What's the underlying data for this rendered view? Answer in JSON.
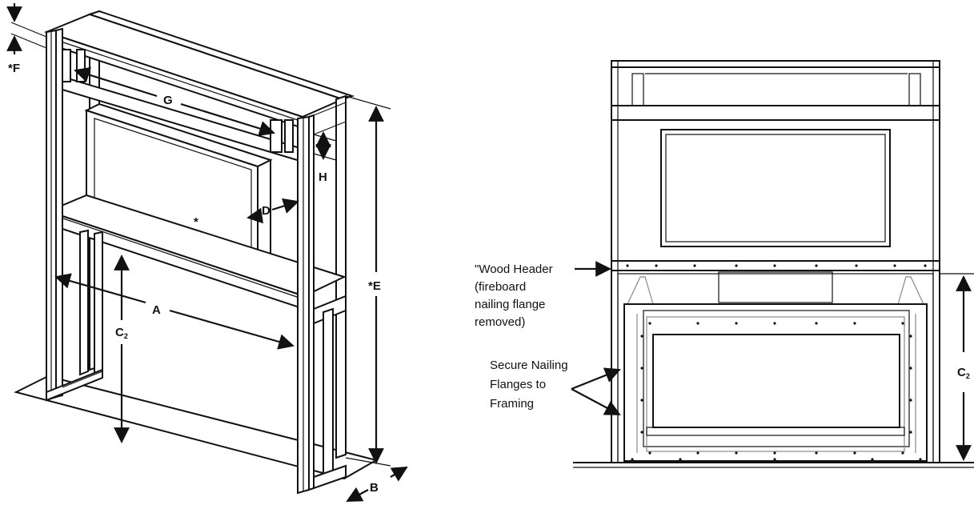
{
  "left_figure": {
    "labels": {
      "F": "*F",
      "G": "G",
      "H": "H",
      "D": "D",
      "star": "*",
      "A": "A",
      "E": "*E",
      "C2": "C",
      "C2_sub": "2",
      "B": "B"
    }
  },
  "right_figure": {
    "wood_header_lines": [
      "\"Wood Header",
      "(fireboard",
      "nailing flange",
      "removed)"
    ],
    "secure_lines": [
      "Secure Nailing",
      "Flanges to",
      "Framing"
    ],
    "C2": "C",
    "C2_sub": "2"
  },
  "colors": {
    "line": "#111111",
    "background": "#ffffff",
    "grey": "#888888"
  }
}
